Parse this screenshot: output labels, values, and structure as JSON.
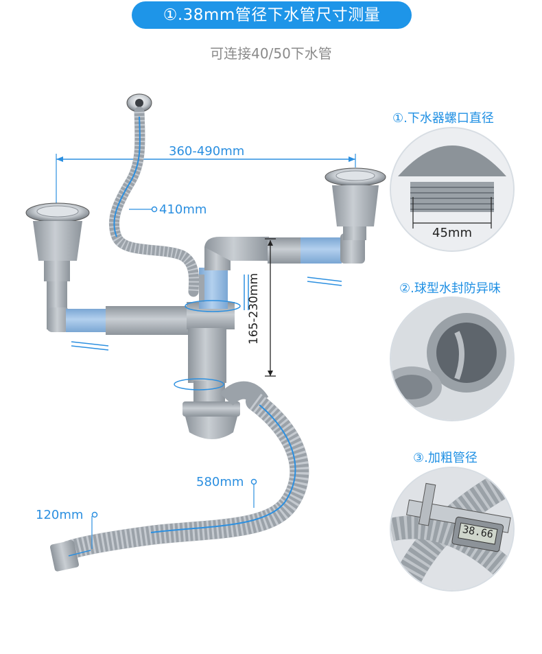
{
  "header": {
    "title": "①.38mm管径下水管尺寸测量",
    "subtitle": "可连接40/50下水管"
  },
  "diagram": {
    "width_dim": "360-490mm",
    "hose_top_length": "410mm",
    "height_dim": "165-230mm",
    "hose_bottom_length": "580mm",
    "outlet_length": "120mm"
  },
  "features": [
    {
      "label": "①.下水器螺口直径",
      "value": "45mm"
    },
    {
      "label": "②.球型水封防异味"
    },
    {
      "label": "③.加粗管径",
      "caliper_reading": "38.66"
    }
  ],
  "colors": {
    "accent": "#1e95e8",
    "pipe_gray": "#a9b0b7",
    "pipe_blue": "#8fb6dd",
    "dim_line": "#2b8fe0"
  }
}
